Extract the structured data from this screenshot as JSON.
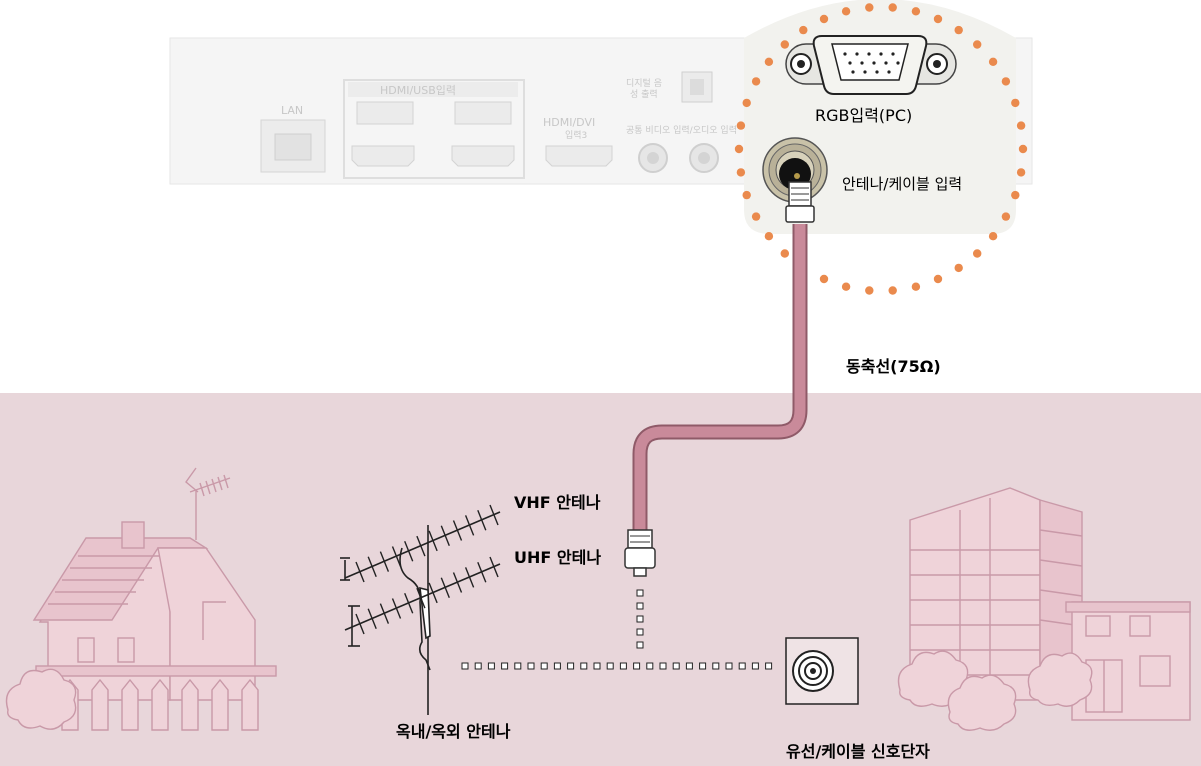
{
  "panel": {
    "lan_label": "LAN",
    "hdmi_usb_label": "HDMI/USB입력",
    "hdmi_dvi_label": "HDMI/DVI",
    "input3_label": "입력3",
    "digital_audio_label": "디지털 음",
    "digital_audio_label2": "성 출력",
    "component_label": "공통 비디오 입력/오디오 입력"
  },
  "callout": {
    "rgb_label": "RGB입력(PC)",
    "antenna_input_label": "안테나/케이블 입력"
  },
  "cable": {
    "coax_label": "동축선(75Ω)"
  },
  "scene": {
    "vhf_label": "VHF 안테나",
    "uhf_label": "UHF 안테나",
    "antenna_label": "옥내/옥외 안테나",
    "cable_terminal_label": "유선/케이블 신호단자"
  },
  "colors": {
    "ground": "#e8d6da",
    "cable": "#c98a9a",
    "dots": "#ea8a4d",
    "line_art": "#c999a8",
    "panel": "#f4f4f4"
  }
}
